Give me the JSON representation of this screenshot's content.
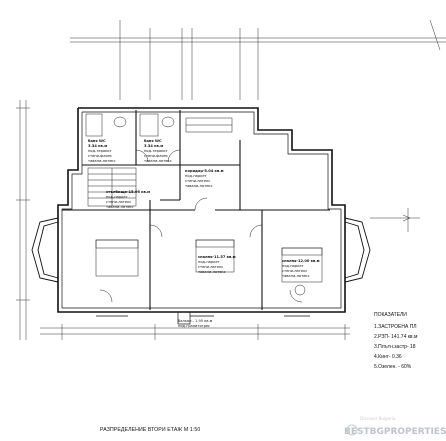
{
  "drawing": {
    "caption": "РАЗПРЕДЕЛЕНИЕ ВТОРИ ЕТАЖ М 1:50"
  },
  "rooms": [
    {
      "id": "bath1",
      "lines": [
        "баня WC",
        "3.34 кв.м",
        "под-теракот",
        "стени-фаянс",
        "тавани-латекс"
      ]
    },
    {
      "id": "bath2",
      "lines": [
        "баня WC",
        "3.34 кв.м",
        "под-теракот",
        "стени-фаянс",
        "тавани-латекс"
      ]
    },
    {
      "id": "corridor",
      "lines": [
        "коридор-5.04 кв.м",
        "под-паркет",
        "стени-латекс",
        "тавани-латекс"
      ]
    },
    {
      "id": "stair",
      "lines": [
        "стълбище-15.06 кв.м",
        "под-паркет",
        "стени-латекс",
        "тавани-латекс"
      ]
    },
    {
      "id": "bed1",
      "lines": [
        "спалня-11.57 кв.м",
        "под-паркет",
        "стени-латекс",
        "тавани-латекс"
      ]
    },
    {
      "id": "bed2",
      "lines": [
        "спалня-12.00 кв.м",
        "под-паркет",
        "стени-латекс",
        "тавани-латекс"
      ]
    },
    {
      "id": "balcony",
      "lines": [
        "балкон - 1.95 кв.м",
        "под-гранитогрес"
      ]
    }
  ],
  "legend": {
    "title": "ПОКАЗАТЕЛИ",
    "lines": [
      "1.ЗАСТРОЕНА ПЛ",
      "2.РЗП- 141.74 кв.м",
      "3.Плътн.застр- 18",
      "4.Кинт- 0.36",
      "5.Озелен. - 60%"
    ]
  },
  "watermark": {
    "brand": "BESTBGPROPERTIES",
    "tagline": "Discover Bulgaria"
  }
}
